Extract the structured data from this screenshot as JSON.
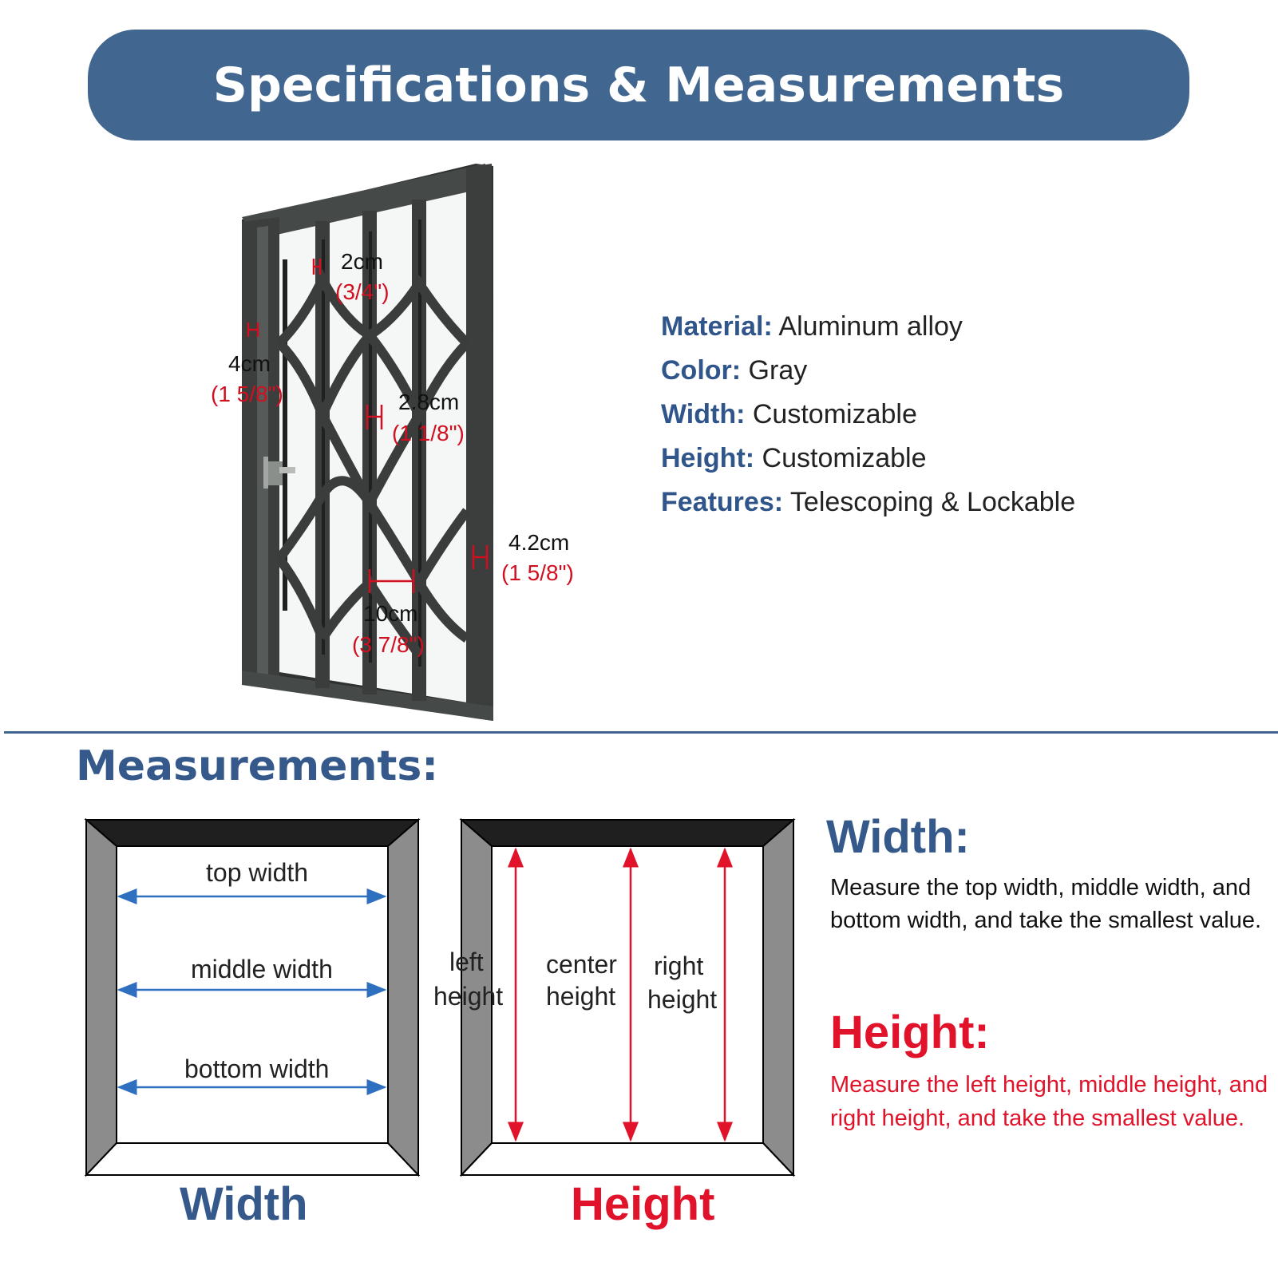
{
  "banner": {
    "title": "Specifications & Measurements"
  },
  "specs": [
    {
      "key": "Material:",
      "value": "Aluminum alloy"
    },
    {
      "key": "Color:",
      "value": "Gray"
    },
    {
      "key": "Width:",
      "value": "Customizable"
    },
    {
      "key": "Height:",
      "value": "Customizable"
    },
    {
      "key": "Features:",
      "value": "Telescoping & Lockable"
    }
  ],
  "dimensions": {
    "bar_gap": {
      "metric": "2cm",
      "imperial": "(3/4\")"
    },
    "frame_side": {
      "metric": "4cm",
      "imperial": "(1 5/8\")"
    },
    "bar_width": {
      "metric": "2.8cm",
      "imperial": "(1 1/8\")"
    },
    "right_frame": {
      "metric": "4.2cm",
      "imperial": "(1 5/8\")"
    },
    "spacing": {
      "metric": "10cm",
      "imperial": "(3 7/8\")"
    }
  },
  "measurements_heading": "Measurements:",
  "width_diagram": {
    "top": "top width",
    "middle": "middle width",
    "bottom": "bottom width",
    "caption": "Width"
  },
  "height_diagram": {
    "left_1": "left",
    "left_2": "height",
    "center_1": "center",
    "center_2": "height",
    "right_1": "right",
    "right_2": "height",
    "caption": "Height"
  },
  "width_info": {
    "heading": "Width:",
    "text": "Measure the top width, middle width, and bottom width, and take the smallest value."
  },
  "height_info": {
    "heading": "Height:",
    "text": "Measure the left height, middle height, and right height, and take the smallest value."
  },
  "colors": {
    "brand_blue": "#41668f",
    "heading_blue": "#34598a",
    "accent_red": "#e0132b",
    "arrow_blue": "#2f6fc0",
    "frame_gray": "#8c8c8c",
    "door_dark": "#3a3d3c"
  }
}
